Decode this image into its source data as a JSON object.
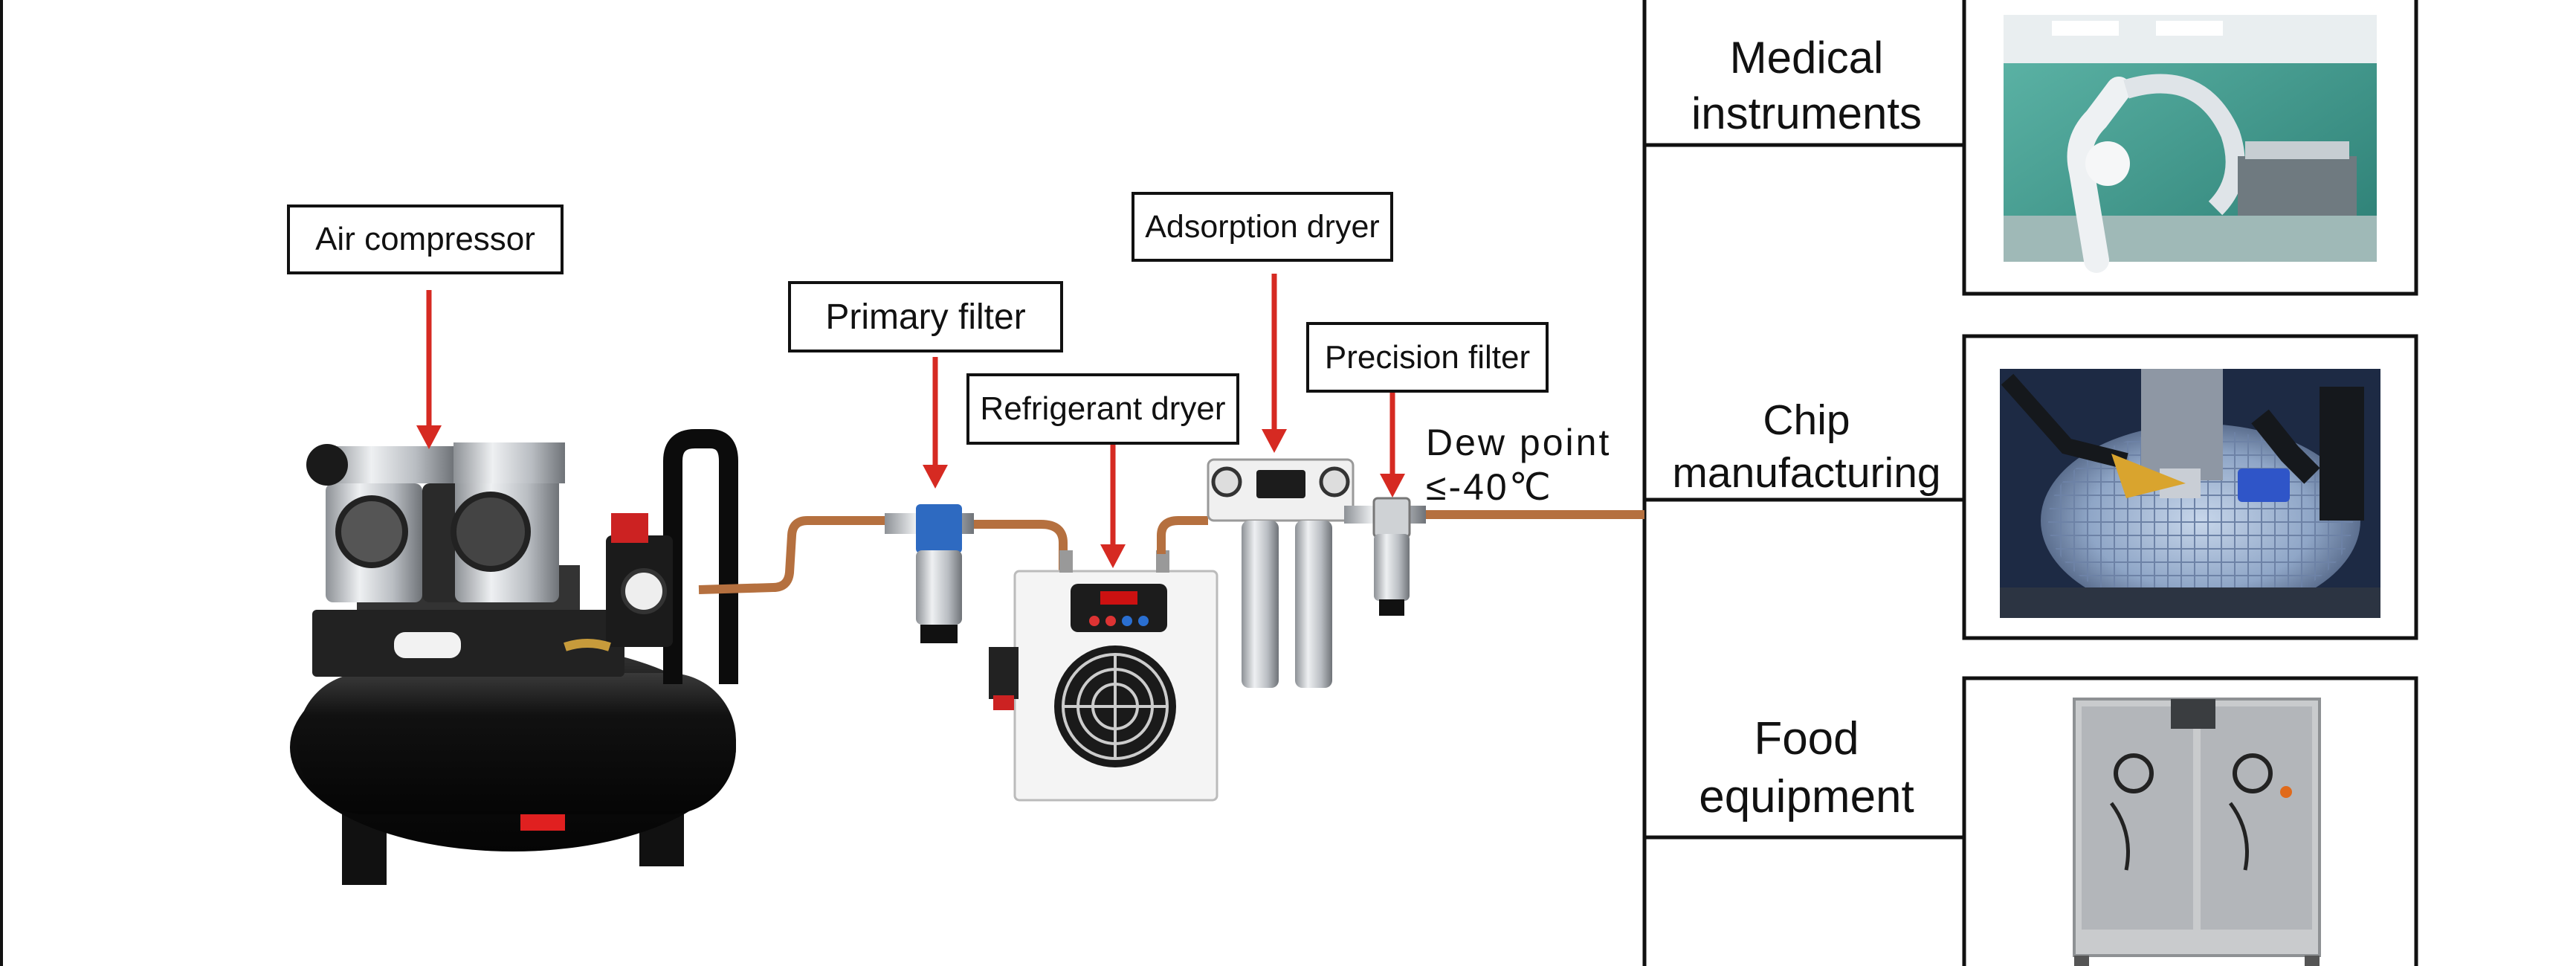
{
  "labels": {
    "air_compressor": "Air compressor",
    "primary_filter": "Primary filter",
    "refrigerant_dryer": "Refrigerant  dryer",
    "adsorption_dryer": "Adsorption dryer",
    "precision_filter": "Precision filter",
    "dew_point_line1": "Dew point",
    "dew_point_line2": "≤-40℃"
  },
  "applications": [
    {
      "label_line1": "Medical",
      "label_line2": "instruments"
    },
    {
      "label_line1": "Chip",
      "label_line2": "manufacturing"
    },
    {
      "label_line1": "Food",
      "label_line2": "equipment"
    }
  ],
  "colors": {
    "arrow": "#d62a22",
    "pipe": "#b5703f",
    "frame": "#111111",
    "tank": "#101010",
    "dryer_panel": "#1c1c1c",
    "medical_wall": "#3f9e92",
    "chip_bg": "#1d2a44",
    "food_steel": "#c9cbcd"
  }
}
